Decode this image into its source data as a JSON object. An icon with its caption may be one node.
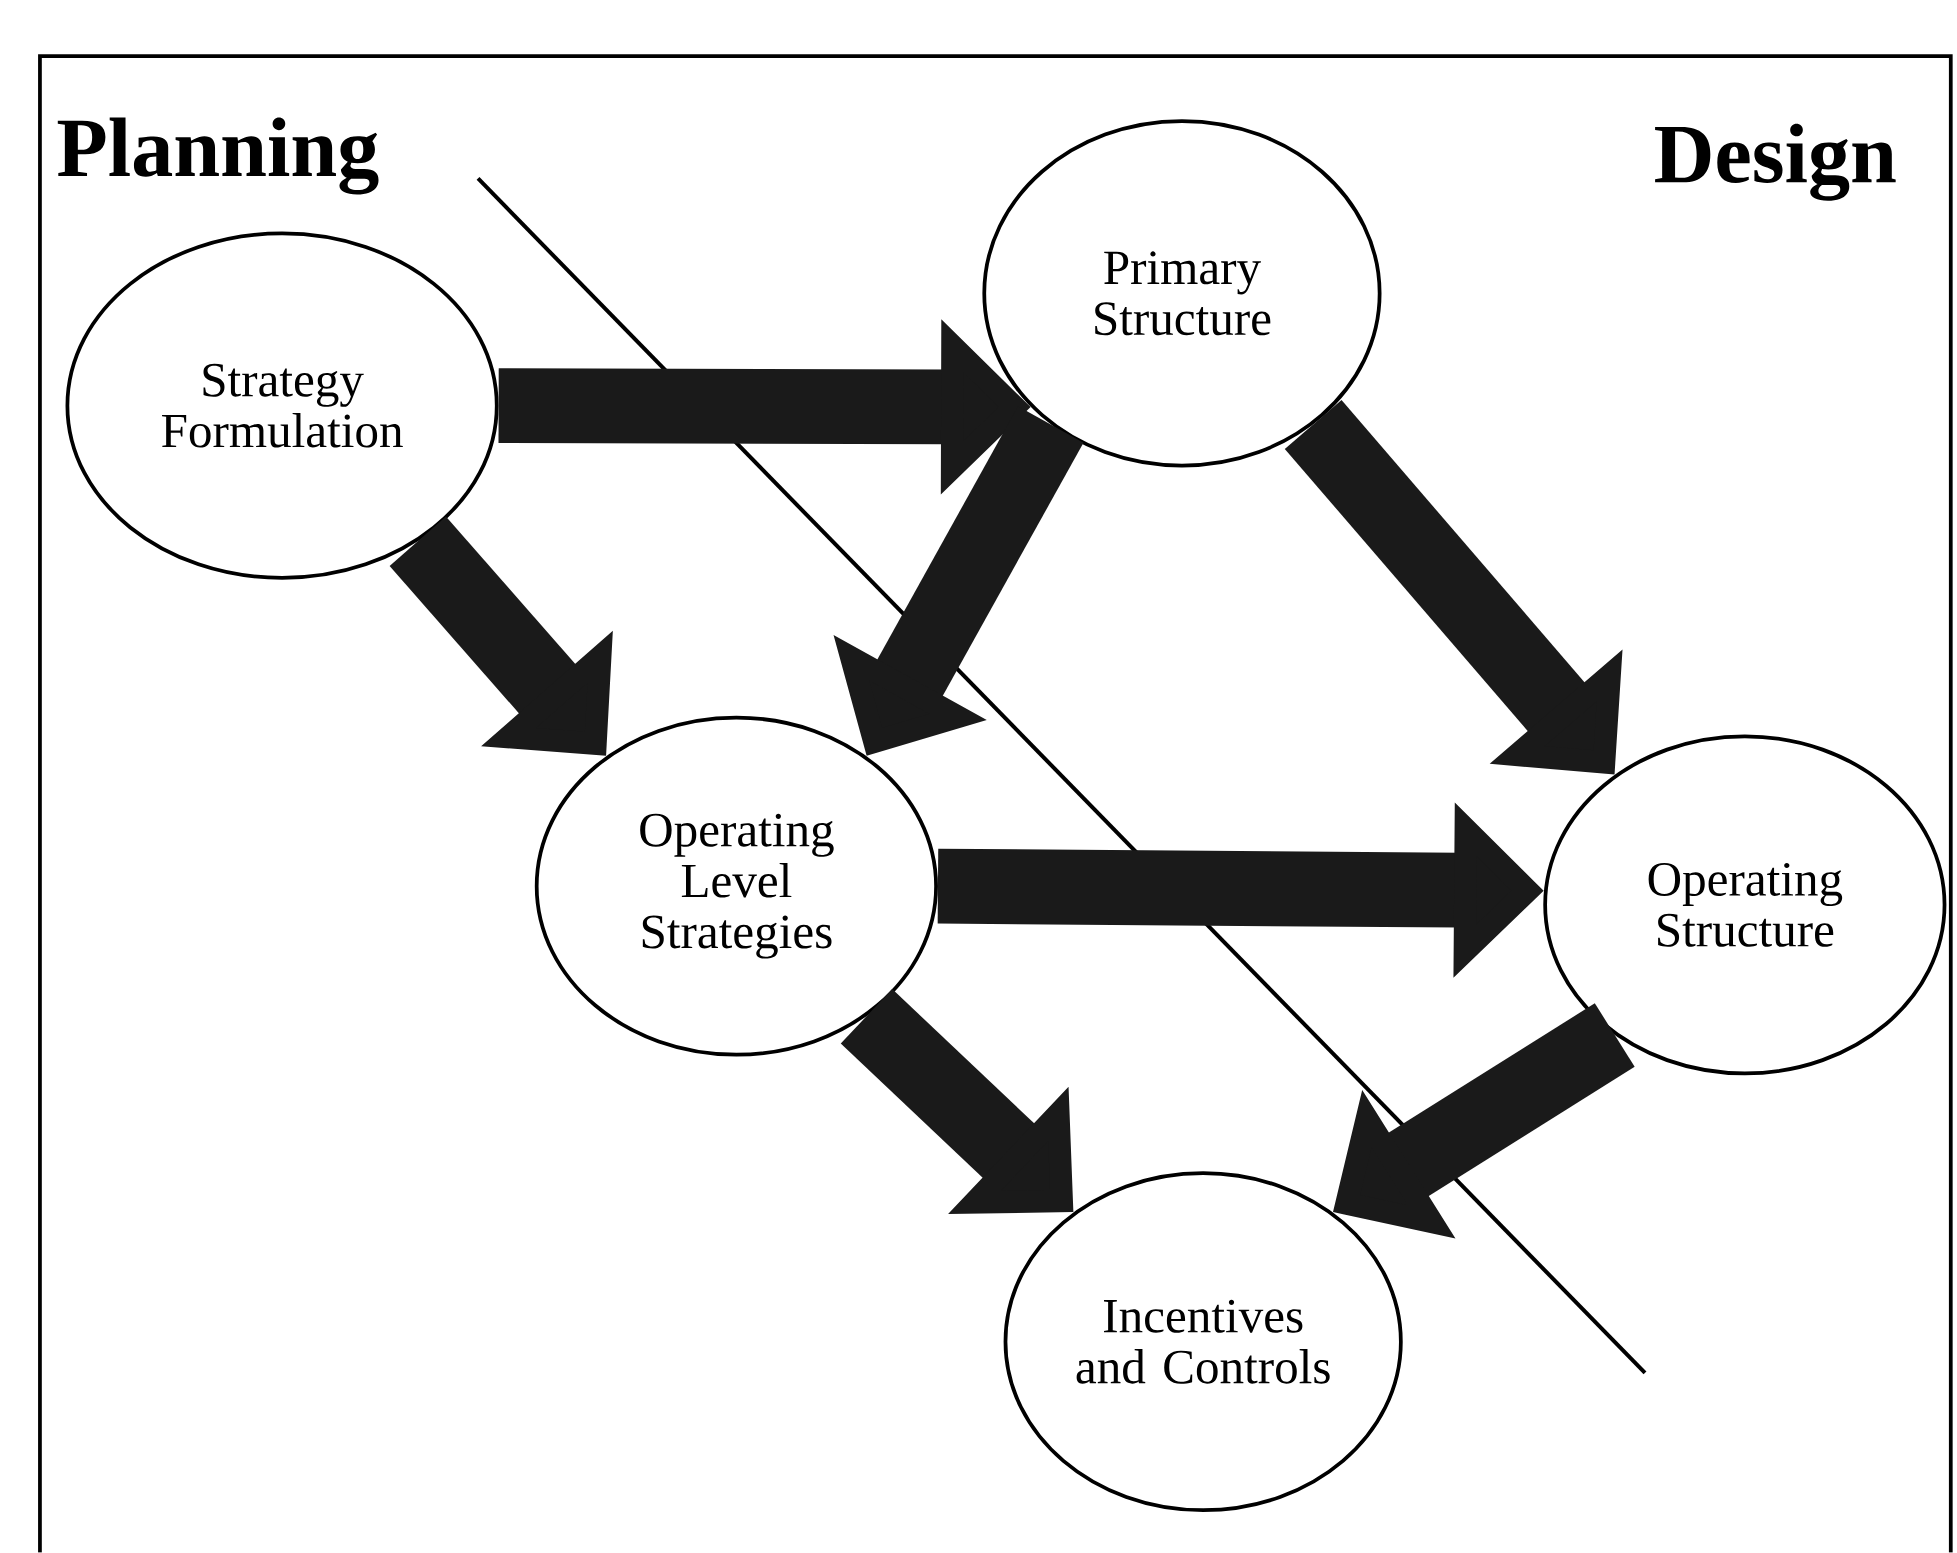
{
  "diagram": {
    "nodes": [
      {
        "text": [
          "Strategy Formulation"
        ]
      },
      {
        "text": [
          "Primary Structure"
        ]
      },
      {
        "text": [
          "Operating Level Strategies"
        ]
      },
      {
        "text": [
          "Operating Structure"
        ]
      },
      {
        "text": [
          "Incentives and Controls"
        ]
      }
    ],
    "edges": [
      {
        "from": 0,
        "to": 1,
        "arrow": "to"
      },
      {
        "from": 0,
        "to": 2,
        "arrow": "to"
      },
      {
        "from": 1,
        "to": 2,
        "arrow": "to"
      },
      {
        "from": 1,
        "to": 3,
        "arrow": "to"
      },
      {
        "from": 2,
        "to": 3,
        "arrow": "to"
      },
      {
        "from": 2,
        "to": 4,
        "arrow": "to"
      },
      {
        "from": 3,
        "to": 4,
        "arrow": "to"
      }
    ],
    "labels": [
      "Planning",
      "Design"
    ]
  }
}
